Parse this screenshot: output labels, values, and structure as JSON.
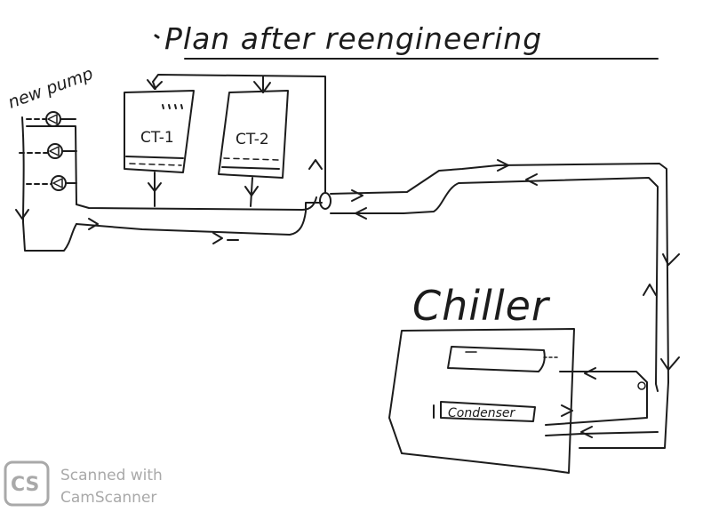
{
  "diagram": {
    "title": "Plan after reengineering",
    "pump_label": "new pump",
    "towers": [
      {
        "label": "CT-1"
      },
      {
        "label": "CT-2"
      }
    ],
    "chiller_label": "Chiller",
    "condenser_label": "Condenser"
  },
  "watermark": {
    "logo_text": "CS",
    "line1": "Scanned with",
    "line2": "CamScanner"
  },
  "colors": {
    "ink": "#1c1c1c",
    "watermark": "#a9a9a9"
  }
}
